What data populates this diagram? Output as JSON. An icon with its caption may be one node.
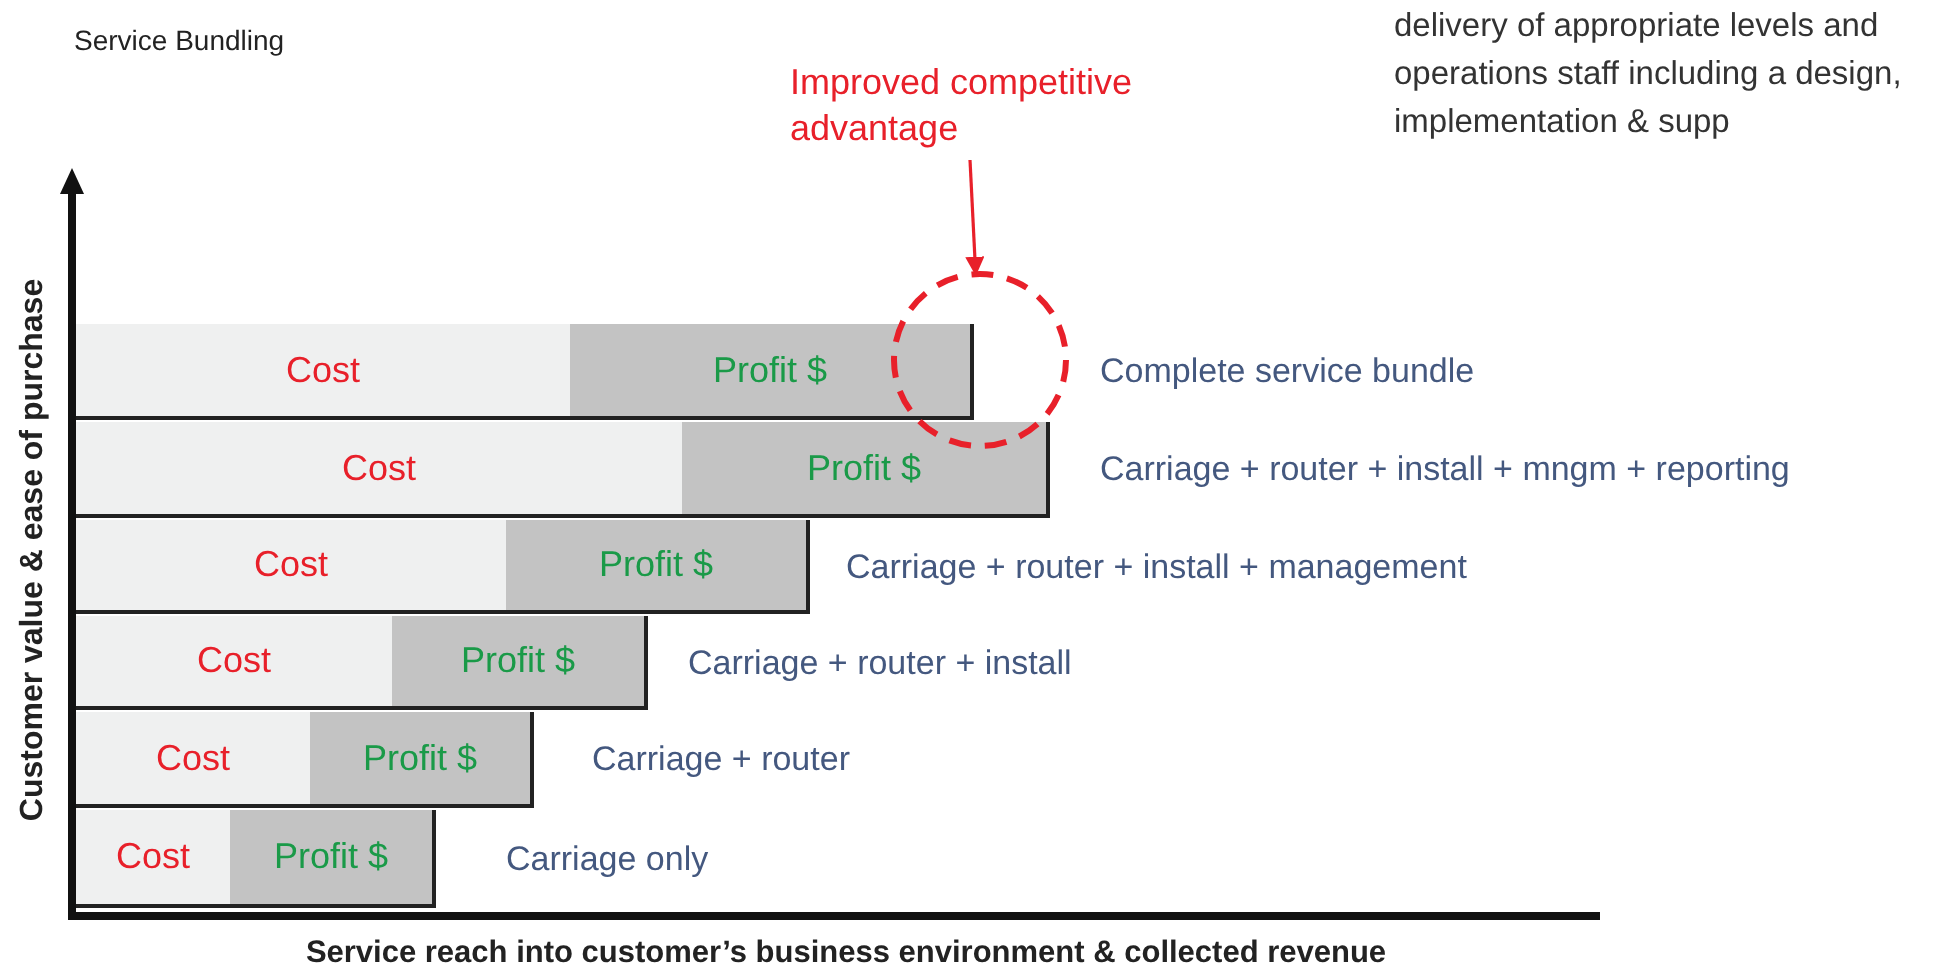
{
  "diagram": {
    "title": "Service Bundling",
    "nodes": [
      {
        "text": [
          "Improved competitive advantage"
        ]
      },
      {
        "text": [],
        "shape": "circle"
      },
      {
        "text": [
          "Cost"
        ]
      },
      {
        "text": [
          "Profit $"
        ]
      },
      {
        "text": [
          "Cost"
        ]
      },
      {
        "text": [
          "Profit $"
        ]
      },
      {
        "text": [
          "Cost"
        ]
      },
      {
        "text": [
          "Profit $"
        ]
      },
      {
        "text": [
          "Cost"
        ]
      },
      {
        "text": [
          "Profit $"
        ]
      },
      {
        "text": [
          "Cost"
        ]
      },
      {
        "text": [
          "Profit $"
        ]
      },
      {
        "text": [
          "Cost"
        ]
      },
      {
        "text": [
          "Profit $"
        ]
      }
    ],
    "edges": [
      {
        "from": 0,
        "to": 1,
        "arrow": "to",
        "color": "#e8202a"
      }
    ],
    "labels": [
      "delivery of appropriate levels and operations staff including a design, implementation & supp",
      "Complete service bundle",
      "Carriage + router + install + mngm + reporting",
      "Carriage + router + install + management",
      "Carriage + router + install",
      "Carriage + router",
      "Carriage only",
      "Customer value & ease of purchase",
      "Service reach into customer’s business environment & collected revenue"
    ]
  }
}
